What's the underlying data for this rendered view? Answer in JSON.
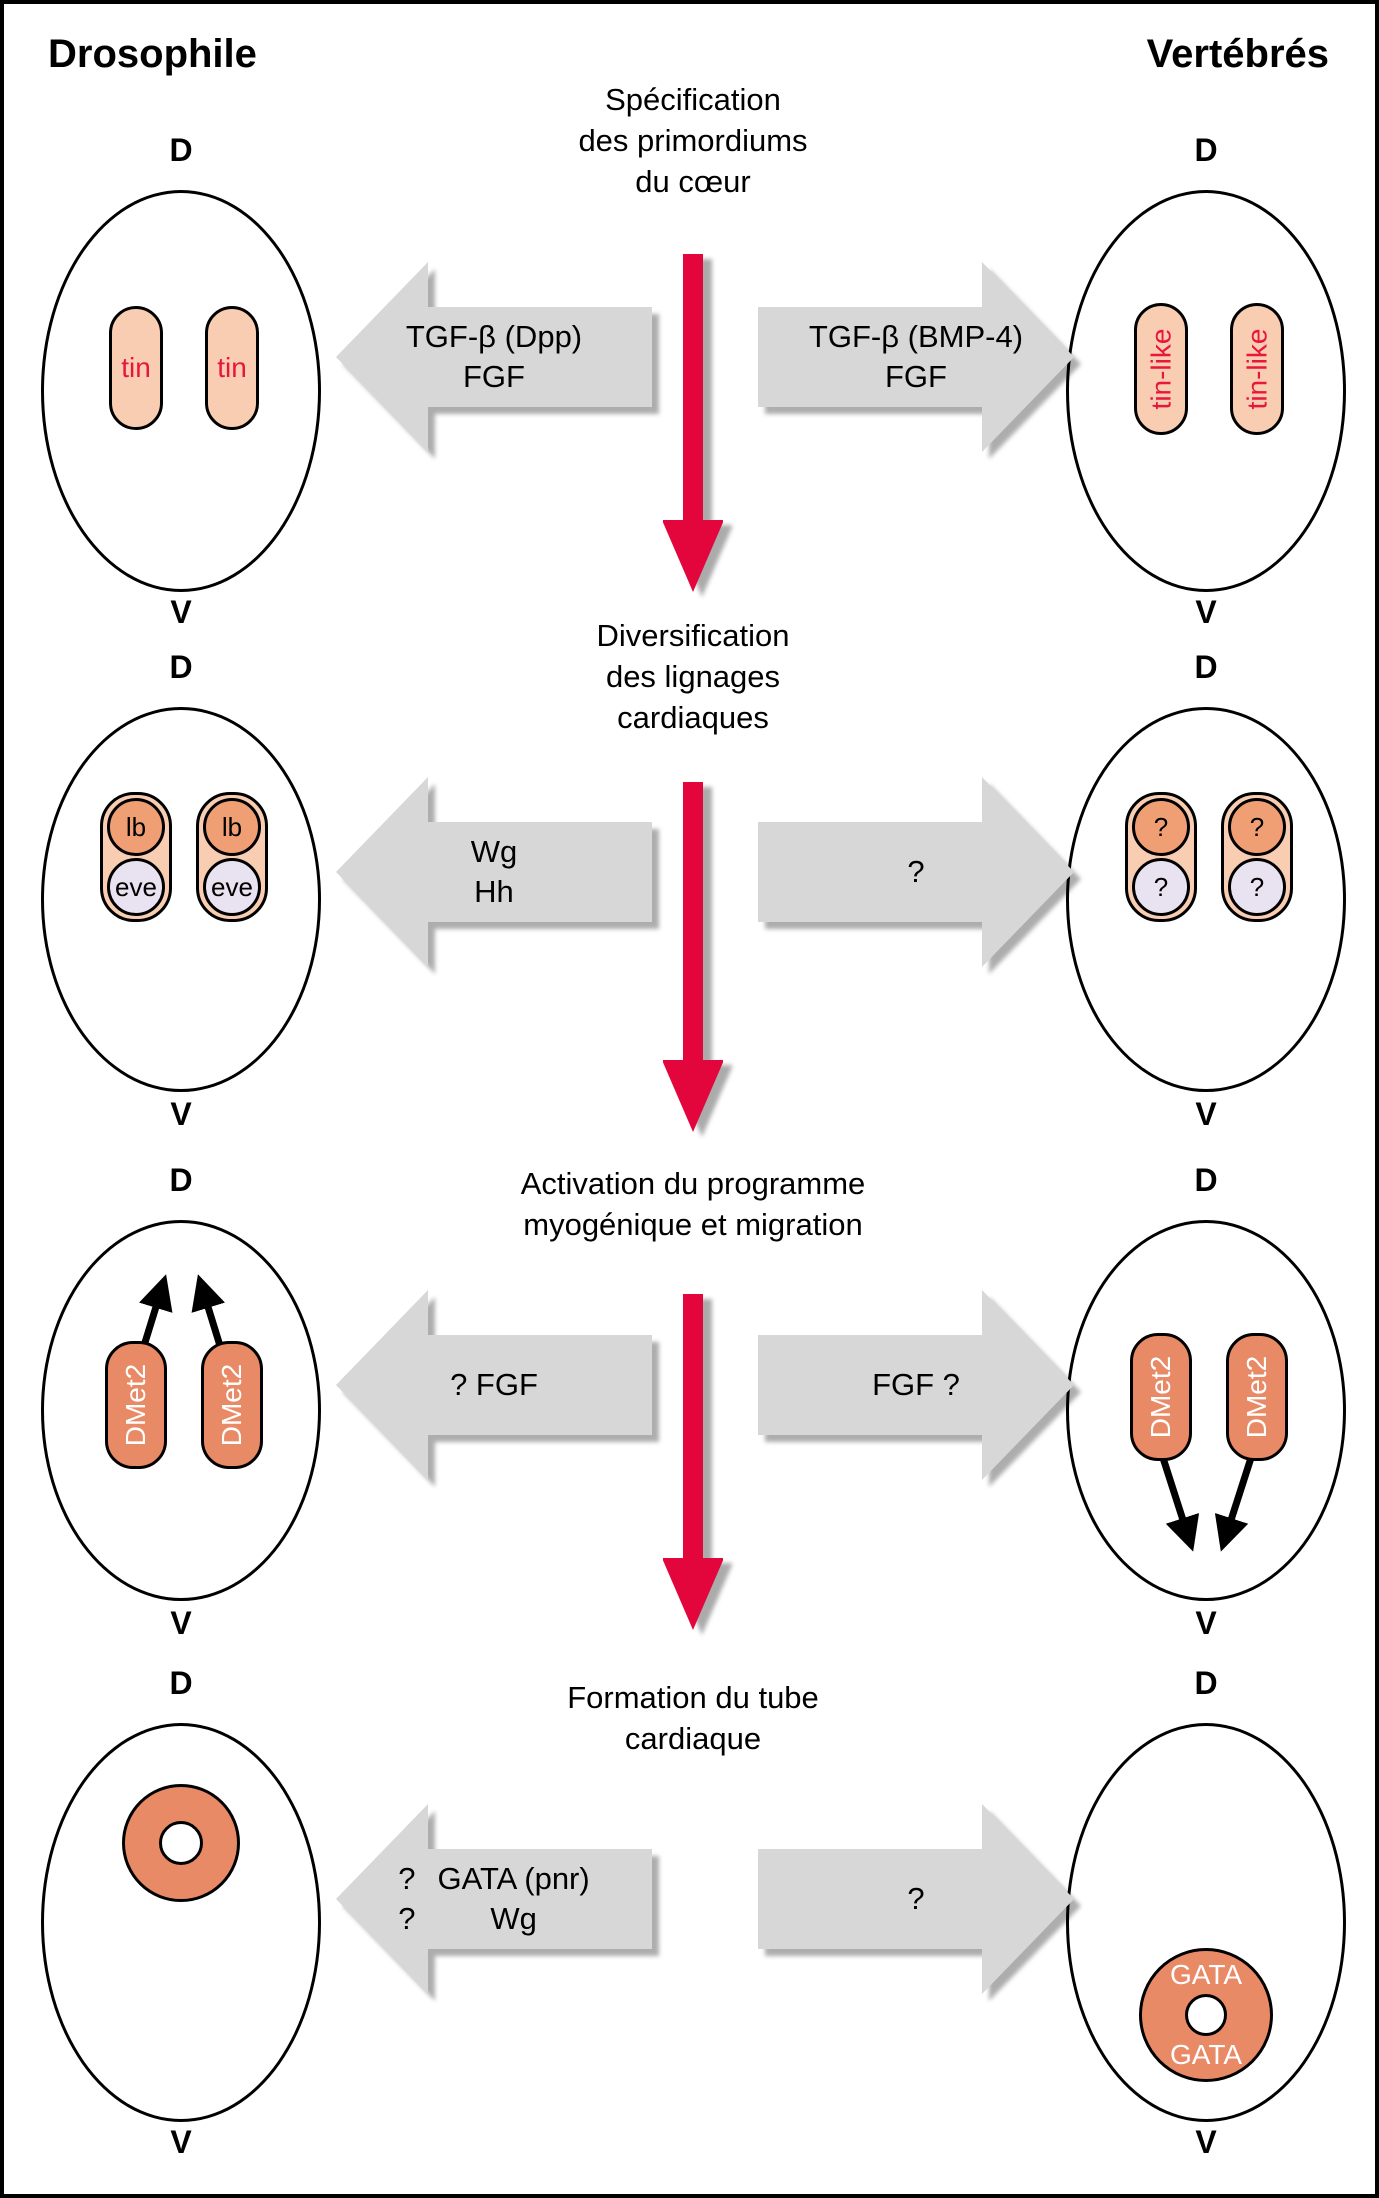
{
  "figure": {
    "columns": {
      "left_title": "Drosophile",
      "right_title": "Vertébrés"
    },
    "axis": {
      "dorsal": "D",
      "ventral": "V"
    }
  },
  "colors": {
    "pill_light": "#f9cdb2",
    "pill_text": "#e8153c",
    "salmon": "#f09f74",
    "lavender": "#e9e2f0",
    "coral": "#e98a66",
    "red_arrow": "#e2063c",
    "gray_arrow": "#d7d7d7"
  },
  "stages": [
    {
      "title": "Spécification\ndes primordiums\ndu cœur",
      "left_signal": "TGF-β (Dpp)\nFGF",
      "right_signal": "TGF-β (BMP-4)\nFGF",
      "drosophila_cells": [
        "tin",
        "tin"
      ],
      "vertebrate_cells": [
        "tin-like",
        "tin-like"
      ]
    },
    {
      "title": "Diversification\ndes lignages\ncardiaques",
      "left_signal": "Wg\nHh",
      "right_signal": "?",
      "drosophila_cells": {
        "top": "lb",
        "bottom": "eve"
      },
      "vertebrate_cells": {
        "top": "?",
        "bottom": "?"
      }
    },
    {
      "title": "Activation du programme\nmyogénique et migration",
      "left_signal": "? FGF",
      "right_signal": "FGF ?",
      "drosophila_cells": [
        "DMet2",
        "DMet2"
      ],
      "vertebrate_cells": [
        "DMet2",
        "DMet2"
      ]
    },
    {
      "title": "Formation du tube\ncardiaque",
      "left_signal_questions": "?\n?",
      "left_signal_genes": "GATA (pnr)\nWg",
      "right_signal": "?",
      "vertebrate_tube_labels": {
        "top": "GATA",
        "bottom": "GATA"
      }
    }
  ]
}
